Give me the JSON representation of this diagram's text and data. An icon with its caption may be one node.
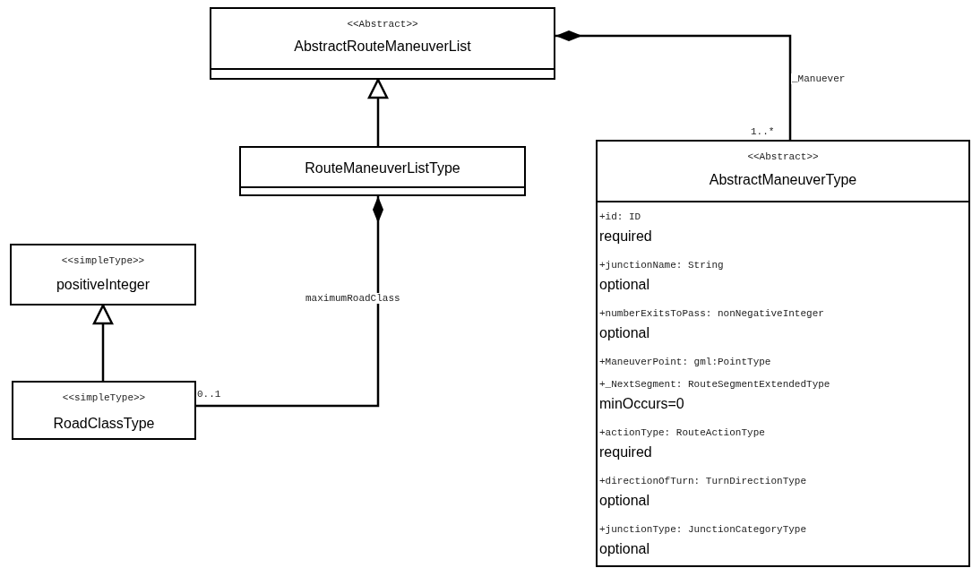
{
  "diagram": {
    "nodes": [
      {
        "text": [
          "<<Abstract>>",
          "AbstractRouteManeuverList"
        ]
      },
      {
        "text": [
          "RouteManeuverListType"
        ]
      },
      {
        "text": [
          "<<simpleType>>",
          "positiveInteger"
        ]
      },
      {
        "text": [
          "<<simpleType>>",
          "RoadClassType"
        ]
      },
      {
        "text": [
          "<<Abstract>>",
          "AbstractManeuverType",
          "+id: ID",
          "required",
          "+junctionName: String",
          "optional",
          "+numberExitsToPass: nonNegativeInteger",
          "optional",
          "+ManeuverPoint: gml:PointType",
          "+_NextSegment: RouteSegmentExtendedType",
          "minOccurs=0",
          "+actionType: RouteActionType",
          "required",
          "+directionOfTurn: TurnDirectionType",
          "optional",
          "+junctionType: JunctionCategoryType",
          "optional"
        ]
      }
    ],
    "edges": [
      {
        "from": 1,
        "to": 0,
        "arrow": "to"
      },
      {
        "from": 3,
        "to": 2,
        "arrow": "to"
      },
      {
        "from": 0,
        "to": 4,
        "arrow": "other",
        "label": "_Manuever"
      },
      {
        "from": 1,
        "to": 3,
        "arrow": "other",
        "label": "maximumRoadClass"
      }
    ],
    "labels": [
      "1..*",
      "0..1"
    ]
  }
}
